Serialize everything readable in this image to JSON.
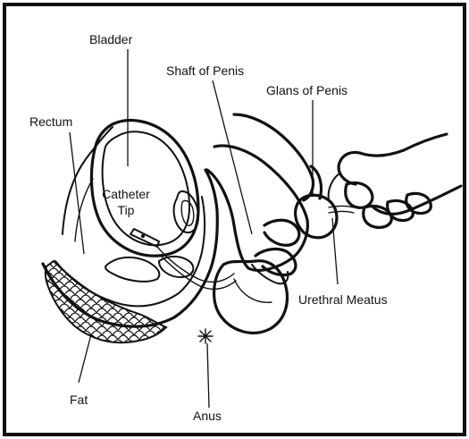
{
  "diagram": {
    "labels": {
      "bladder": "Bladder",
      "shaft": "Shaft of Penis",
      "glans": "Glans of Penis",
      "rectum": "Rectum",
      "catheter_tip_line1": "Catheter",
      "catheter_tip_line2": "Tip",
      "urethral_meatus": "Urethral Meatus",
      "fat": "Fat",
      "anus": "Anus"
    },
    "colors": {
      "ink": "#111111",
      "background": "#ffffff",
      "frame": "#111111"
    }
  }
}
